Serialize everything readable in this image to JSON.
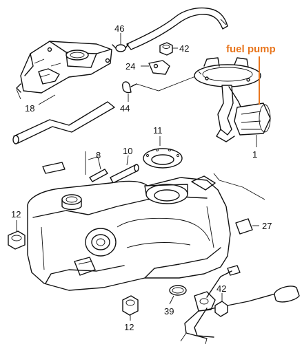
{
  "callout": {
    "text": "fuel pump",
    "color": "#e8761e"
  },
  "labels": {
    "l46": "46",
    "l42a": "42",
    "l24": "24",
    "l18": "18",
    "l44": "44",
    "l11": "11",
    "l8": "8",
    "l10": "10",
    "l1": "1",
    "l12a": "12",
    "l27": "27",
    "l39": "39",
    "l42b": "42",
    "l12b": "12"
  }
}
